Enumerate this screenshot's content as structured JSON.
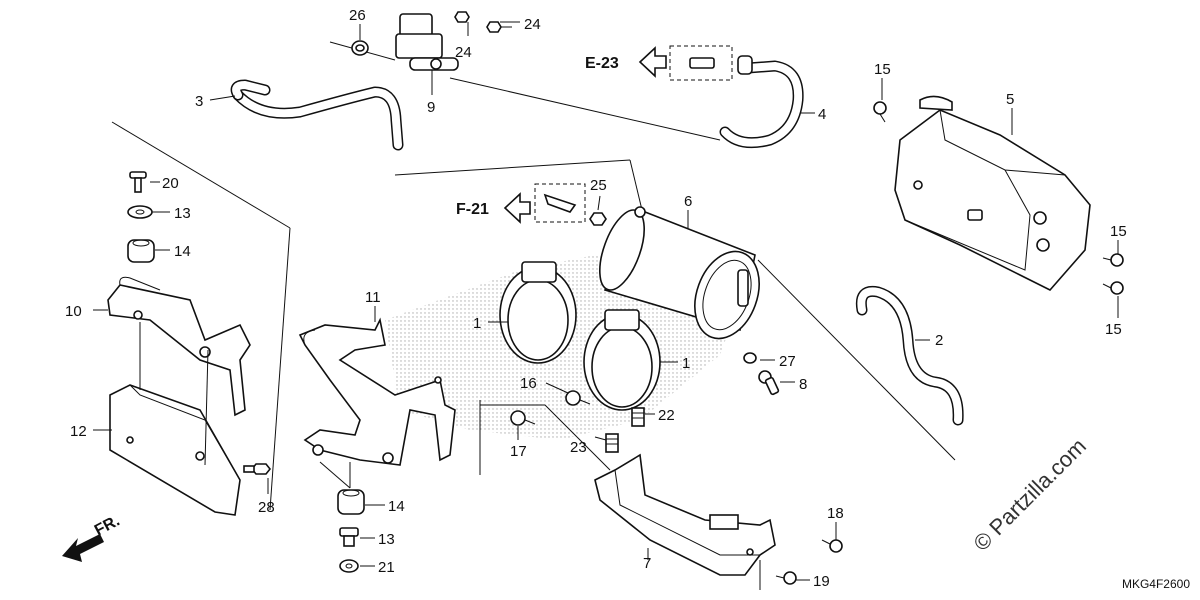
{
  "callouts": {
    "c1a": "1",
    "c1b": "1",
    "c2": "2",
    "c3": "3",
    "c4": "4",
    "c5": "5",
    "c6": "6",
    "c7": "7",
    "c8": "8",
    "c9": "9",
    "c10": "10",
    "c11": "11",
    "c12": "12",
    "c13a": "13",
    "c13b": "13",
    "c14a": "14",
    "c14b": "14",
    "c15a": "15",
    "c15b": "15",
    "c15c": "15",
    "c16": "16",
    "c17": "17",
    "c18": "18",
    "c19": "19",
    "c20": "20",
    "c21": "21",
    "c22": "22",
    "c23": "23",
    "c24a": "24",
    "c24b": "24",
    "c25": "25",
    "c26": "26",
    "c27": "27",
    "c28": "28"
  },
  "refs": {
    "e23": "E-23",
    "f21": "F-21",
    "fr": "FR."
  },
  "watermark": "© Partzilla.com",
  "diagram_code": "MKG4F2600"
}
